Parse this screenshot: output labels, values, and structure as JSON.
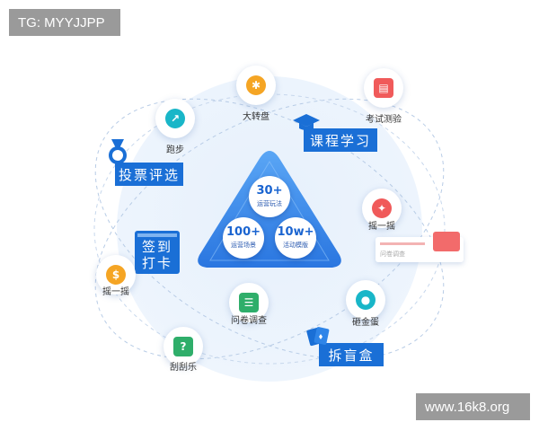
{
  "watermark_top": "TG: MYYJJPP",
  "watermark_bottom": "www.16k8.org",
  "stats": [
    {
      "value": "30+",
      "label": "运营玩法"
    },
    {
      "value": "100+",
      "label": "运营场景"
    },
    {
      "value": "10w+",
      "label": "活动模版"
    }
  ],
  "banners": {
    "vote": "投票评选",
    "course": "课程学习",
    "checkin_line1": "签到",
    "checkin_line2": "打卡",
    "blindbox": "拆盲盒"
  },
  "nodes": {
    "wheel": "大转盘",
    "run": "跑步",
    "exam": "考试测验",
    "shake_right": "摇一摇",
    "shake_left": "摇一摇",
    "survey": "问卷调查",
    "egg": "砸金蛋",
    "scratch": "刮刮乐"
  },
  "form_card_text": "问卷调查",
  "colors": {
    "primary": "#1a6fd6",
    "accent_red": "#f05a5a",
    "accent_orange": "#f5a524",
    "accent_teal": "#19b6c8",
    "accent_green": "#2fae6a"
  },
  "icons": [
    "wheel-icon",
    "runner-icon",
    "exam-icon",
    "gift-icon",
    "coin-icon",
    "survey-icon",
    "egg-icon",
    "scratch-icon",
    "medal-icon",
    "grad-cap-icon",
    "cards-icon"
  ]
}
